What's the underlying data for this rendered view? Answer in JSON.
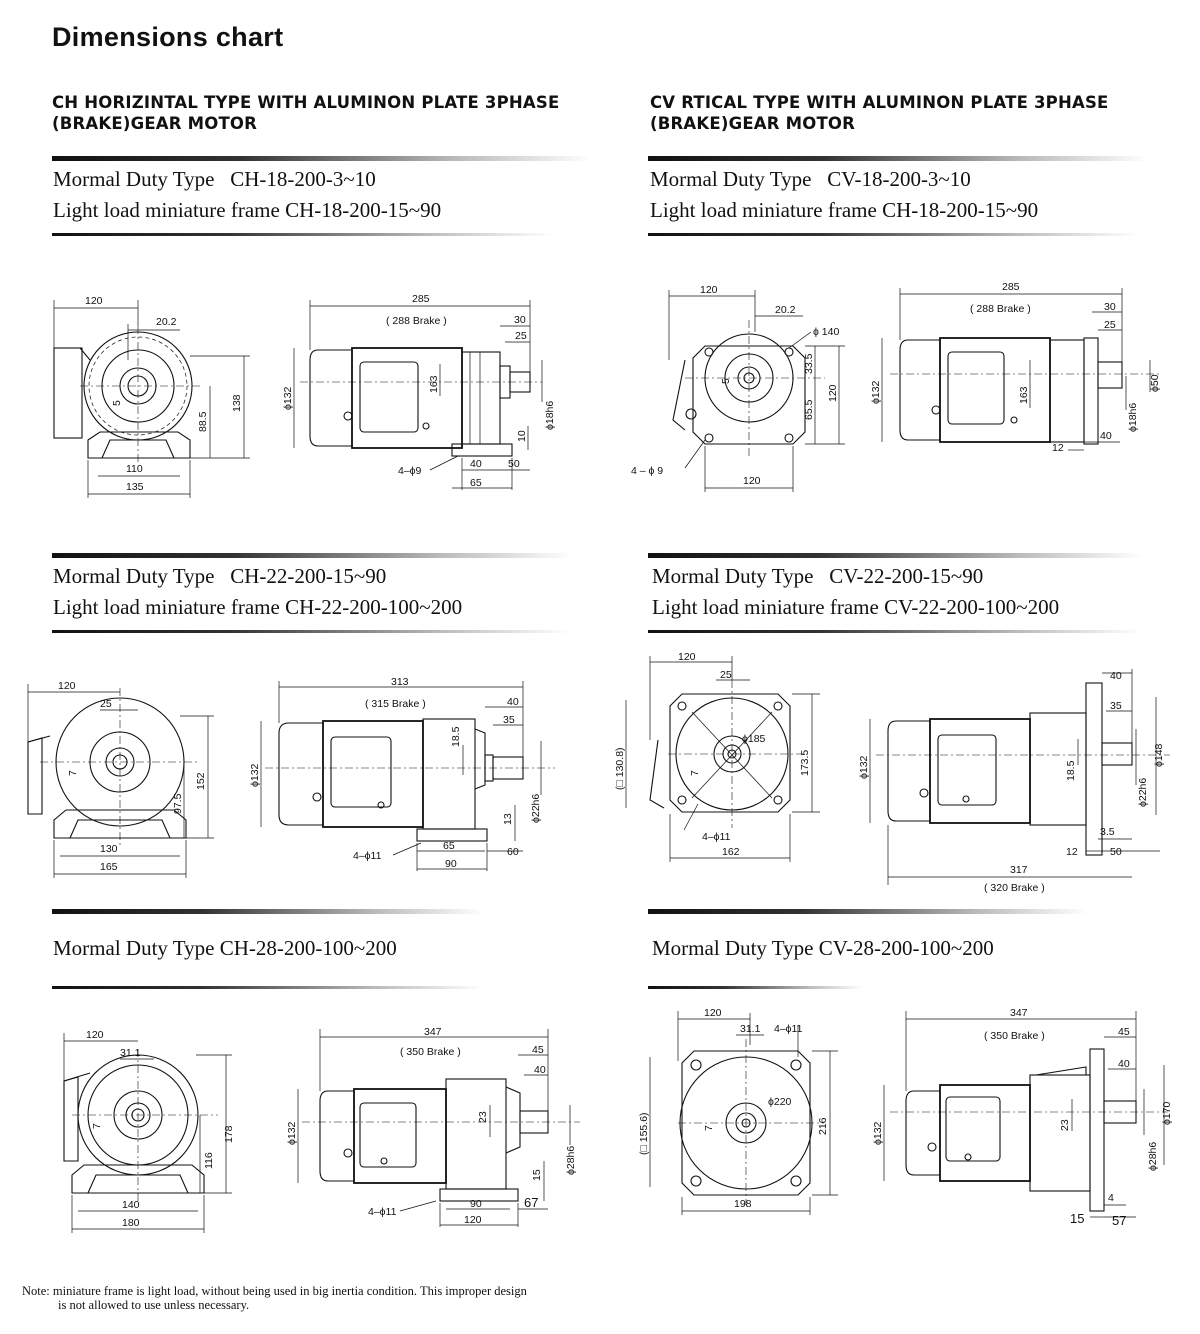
{
  "page": {
    "title": "Dimensions chart"
  },
  "sections": {
    "ch": {
      "heading_line1": "CH HORIZINTAL TYPE WITH ALUMINON PLATE 3PHASE",
      "heading_line2": "(BRAKE)GEAR MOTOR"
    },
    "cv": {
      "heading_line1": "CV RTICAL TYPE WITH ALUMINON PLATE 3PHASE",
      "heading_line2": "(BRAKE)GEAR MOTOR"
    }
  },
  "models": {
    "ch18": {
      "normal": "Mormal Duty Type   CH-18-200-3~10",
      "light": "Light load miniature frame CH-18-200-15~90"
    },
    "cv18": {
      "normal": "Mormal Duty Type   CV-18-200-3~10",
      "light": "Light load miniature frame CH-18-200-15~90"
    },
    "ch22": {
      "normal": "Mormal Duty Type   CH-22-200-15~90",
      "light": "Light load miniature frame CH-22-200-100~200"
    },
    "cv22": {
      "normal": "Mormal Duty Type   CV-22-200-15~90",
      "light": "Light load miniature frame CV-22-200-100~200"
    },
    "ch28": {
      "normal": "Mormal Duty Type   CH-28-200-100~200"
    },
    "cv28": {
      "normal": "Mormal Duty Type   CV-28-200-100~200"
    }
  },
  "drawings": {
    "ch18": {
      "front": {
        "w120": "120",
        "w20": "20.2",
        "h138": "138",
        "h88": "88.5",
        "k5": "5",
        "b110": "110",
        "b135": "135"
      },
      "side": {
        "len": "285",
        "brake": "( 288 Brake )",
        "d30": "30",
        "d25": "25",
        "shaft": "ϕ18h6",
        "dia": "ϕ132",
        "h163": "163",
        "holes": "4–ϕ9",
        "d40": "40",
        "d50": "50",
        "d10": "10",
        "d65": "65"
      }
    },
    "cv18": {
      "front": {
        "w120": "120",
        "w20": "20.2",
        "flange": "ϕ 140",
        "h33": "33.5",
        "h65": "65.5",
        "h120": "120",
        "k5": "5",
        "holes": "4 – ϕ 9",
        "b120": "120"
      },
      "side": {
        "len": "285",
        "brake": "( 288 Brake )",
        "d30": "30",
        "d25": "25",
        "pilot": "ϕ50",
        "dia": "ϕ132",
        "h163": "163",
        "shaft": "ϕ18h6",
        "d40": "40",
        "d12": "12"
      }
    },
    "ch22": {
      "front": {
        "w120": "120",
        "w25": "25",
        "k7": "7",
        "h97": "97.5",
        "h152": "152",
        "b130": "130",
        "b165": "165"
      },
      "side": {
        "len": "313",
        "brake": "( 315 Brake )",
        "d40": "40",
        "d35": "35",
        "h18": "18.5",
        "dia": "ϕ132",
        "shaft": "ϕ22h6",
        "d13": "13",
        "holes": "4–ϕ11",
        "d65": "65",
        "d60": "60",
        "d90": "90"
      }
    },
    "cv22": {
      "front": {
        "w120": "120",
        "w25": "25",
        "sq": "(□ 130.8)",
        "flange": "ϕ185",
        "k7": "7",
        "h173": "173.5",
        "holes": "4–ϕ11",
        "b162": "162"
      },
      "side": {
        "d40": "40",
        "d35": "35",
        "dia": "ϕ132",
        "h18": "18.5",
        "pilot": "ϕ148",
        "shaft": "ϕ22h6",
        "d35b": "3.5",
        "d12": "12",
        "d50": "50",
        "len": "317",
        "brake": "( 320 Brake )"
      }
    },
    "ch28": {
      "front": {
        "w120": "120",
        "w31": "31.1",
        "k7": "7",
        "h116": "116",
        "h178": "178",
        "b140": "140",
        "b180": "180"
      },
      "side": {
        "len": "347",
        "brake": "( 350 Brake )",
        "d45": "45",
        "d40": "40",
        "dia": "ϕ132",
        "h23": "23",
        "shaft": "ϕ28h6",
        "d15": "15",
        "d90": "90",
        "d67": "67",
        "holes": "4–ϕ11",
        "d120": "120"
      }
    },
    "cv28": {
      "front": {
        "w120": "120",
        "w31": "31.1",
        "holes": "4–ϕ11",
        "sq": "(□ 155.6)",
        "flange": "ϕ220",
        "k7": "7",
        "h216": "216",
        "b198": "198"
      },
      "side": {
        "len": "347",
        "brake": "( 350 Brake )",
        "d45": "45",
        "d40": "40",
        "dia": "ϕ132",
        "h23": "23",
        "pilot": "ϕ170",
        "shaft": "ϕ28h6",
        "d4": "4",
        "d15": "15",
        "d57": "57"
      }
    }
  },
  "note": {
    "line1": "Note: miniature frame is light load, without being used in big inertia condition. This improper design",
    "line2": "is not allowed to use unless necessary."
  }
}
